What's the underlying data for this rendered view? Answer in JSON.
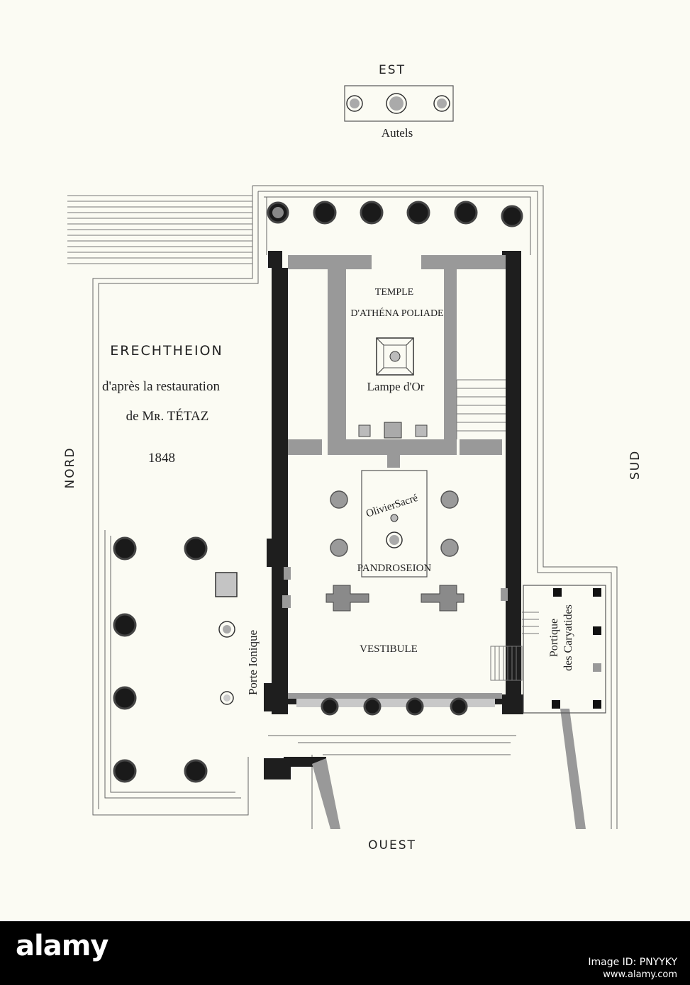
{
  "orientation": {
    "east": "EST",
    "west": "OUEST",
    "north": "NORD",
    "south": "SUD"
  },
  "title": {
    "main": "ERECHTHEION",
    "line2": "d'après la restauration",
    "line3": "de Mʀ. TÉTAZ",
    "year": "1848"
  },
  "labels": {
    "altars": "Autels",
    "temple_1": "TEMPLE",
    "temple_2": "D'ATHÉNA POLIADE",
    "lamp": "Lampe d'Or",
    "olive": "OlivierSacré",
    "pandroseion": "PANDROSEION",
    "vestibule": "VESTIBULE",
    "ionic_door": "Porte Ionique",
    "caryatids_1": "Portique",
    "caryatids_2": "des Caryatides"
  },
  "footer": {
    "logo": "alamy",
    "image_id": "Image ID: PNYYKY",
    "url": "www.alamy.com"
  }
}
